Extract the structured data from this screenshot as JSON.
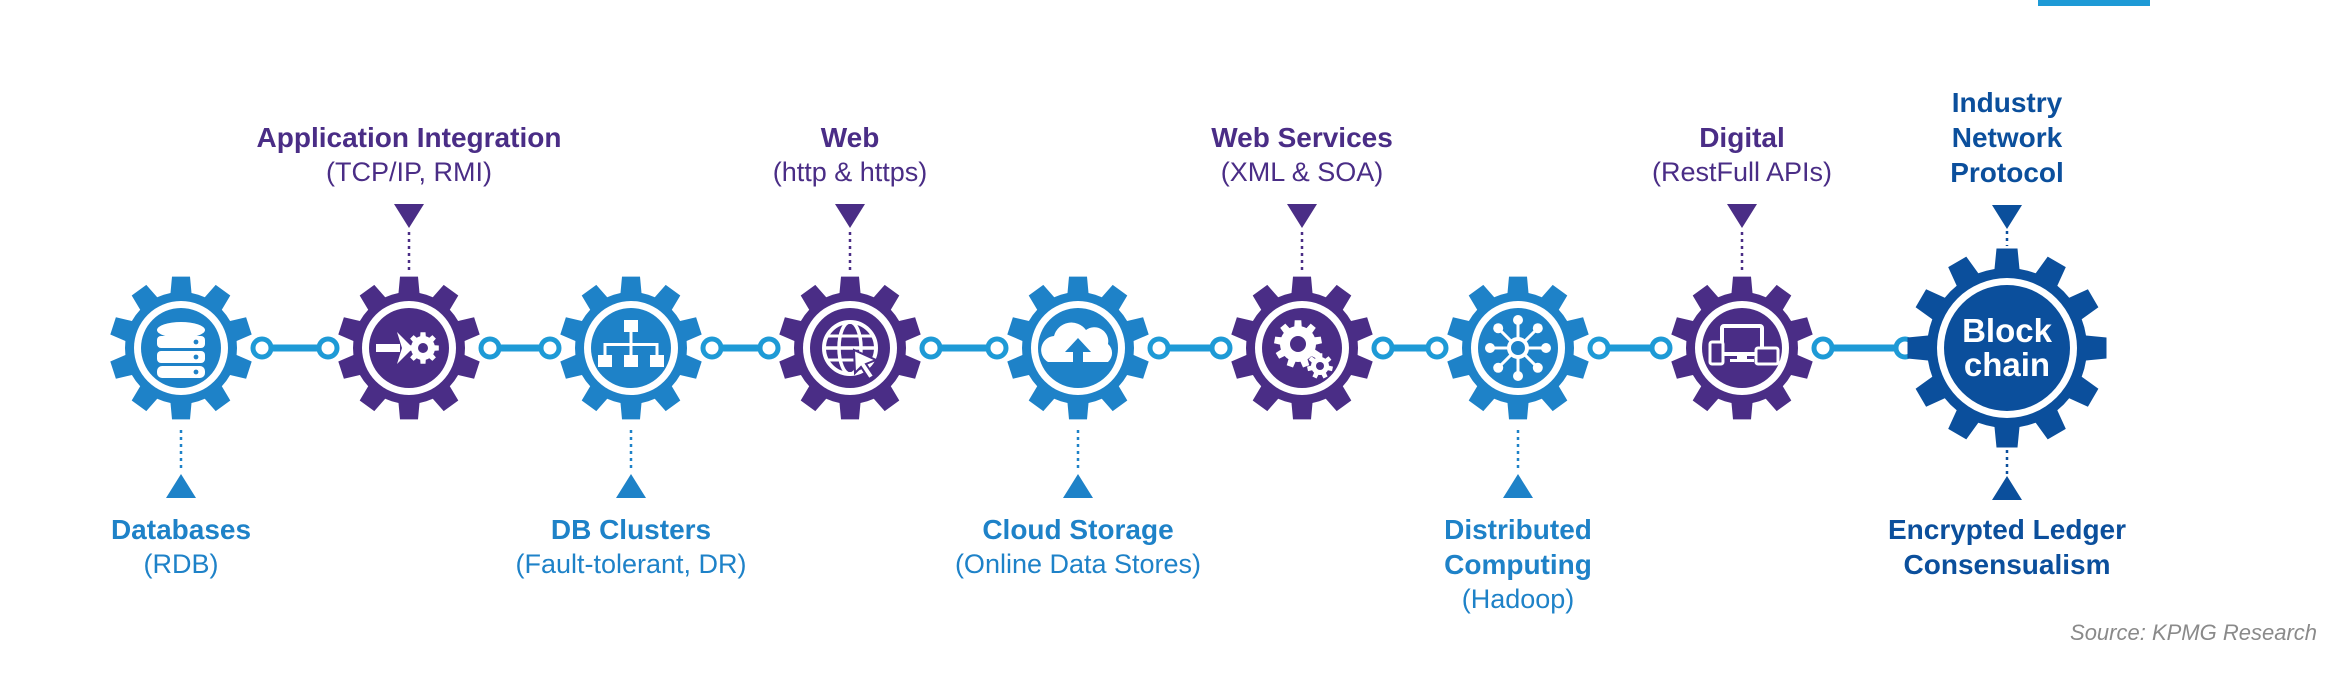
{
  "colors": {
    "blue": "#1e82c8",
    "purple": "#4a2d86",
    "navy": "#0b4f9c",
    "connector": "#1e9ad6"
  },
  "source": "Source: KPMG Research",
  "blockchain": {
    "center_line1": "Block",
    "center_line2": "chain",
    "top_label": [
      "Industry",
      "Network",
      "Protocol"
    ],
    "bottom_label": [
      "Encrypted Ledger",
      "Consensualism"
    ]
  },
  "stages": [
    {
      "icon": "database-icon",
      "color": "blue",
      "position": "bottom",
      "title": [
        "Databases"
      ],
      "subtitle": "(RDB)"
    },
    {
      "icon": "integration-icon",
      "color": "purple",
      "position": "top",
      "title": [
        "Application Integration"
      ],
      "subtitle": "(TCP/IP, RMI)"
    },
    {
      "icon": "hierarchy-icon",
      "color": "blue",
      "position": "bottom",
      "title": [
        "DB Clusters"
      ],
      "subtitle": "(Fault-tolerant, DR)"
    },
    {
      "icon": "globe-cursor-icon",
      "color": "purple",
      "position": "top",
      "title": [
        "Web"
      ],
      "subtitle": "(http & https)"
    },
    {
      "icon": "cloud-upload-icon",
      "color": "blue",
      "position": "bottom",
      "title": [
        "Cloud Storage"
      ],
      "subtitle": "(Online Data Stores)"
    },
    {
      "icon": "gears-icon",
      "color": "purple",
      "position": "top",
      "title": [
        "Web Services"
      ],
      "subtitle": "(XML & SOA)"
    },
    {
      "icon": "network-hub-icon",
      "color": "blue",
      "position": "bottom",
      "title": [
        "Distributed",
        "Computing"
      ],
      "subtitle": "(Hadoop)"
    },
    {
      "icon": "devices-icon",
      "color": "purple",
      "position": "top",
      "title": [
        "Digital"
      ],
      "subtitle": "(RestFull APIs)"
    }
  ]
}
